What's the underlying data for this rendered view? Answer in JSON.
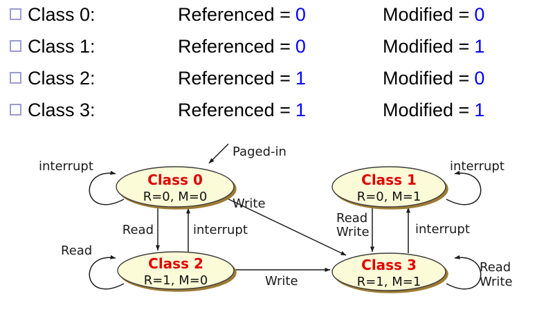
{
  "colors": {
    "value_blue": "#0000ff",
    "node_title_red": "#e00000",
    "node_fill": "#fbfbd8",
    "node_shadow_brown": "#9d7b33",
    "bullet_border": "#9a9ad6"
  },
  "class_list": {
    "referenced_label": "Referenced =",
    "modified_label": "Modified =",
    "rows": [
      {
        "name": "Class 0:",
        "referenced": "0",
        "modified": "0"
      },
      {
        "name": "Class 1:",
        "referenced": "0",
        "modified": "1"
      },
      {
        "name": "Class 2:",
        "referenced": "1",
        "modified": "0"
      },
      {
        "name": "Class 3:",
        "referenced": "1",
        "modified": "1"
      }
    ]
  },
  "diagram": {
    "nodes": [
      {
        "title": "Class 0",
        "bits": "R=0, M=0"
      },
      {
        "title": "Class 1",
        "bits": "R=0, M=1"
      },
      {
        "title": "Class 2",
        "bits": "R=1, M=0"
      },
      {
        "title": "Class 3",
        "bits": "R=1, M=1"
      }
    ],
    "edge_labels": {
      "paged_in": "Paged-in",
      "c0_self": "interrupt",
      "c1_self": "interrupt",
      "c2_self": "Read",
      "c3_self_line1": "Read",
      "c3_self_line2": "Write",
      "c0_to_c2": "Read",
      "c2_to_c0": "interrupt",
      "c0_to_c3": "Write",
      "c2_to_c3": "Write",
      "c1_to_c3_line1": "Read",
      "c1_to_c3_line2": "Write",
      "c3_to_c1": "interrupt"
    }
  }
}
